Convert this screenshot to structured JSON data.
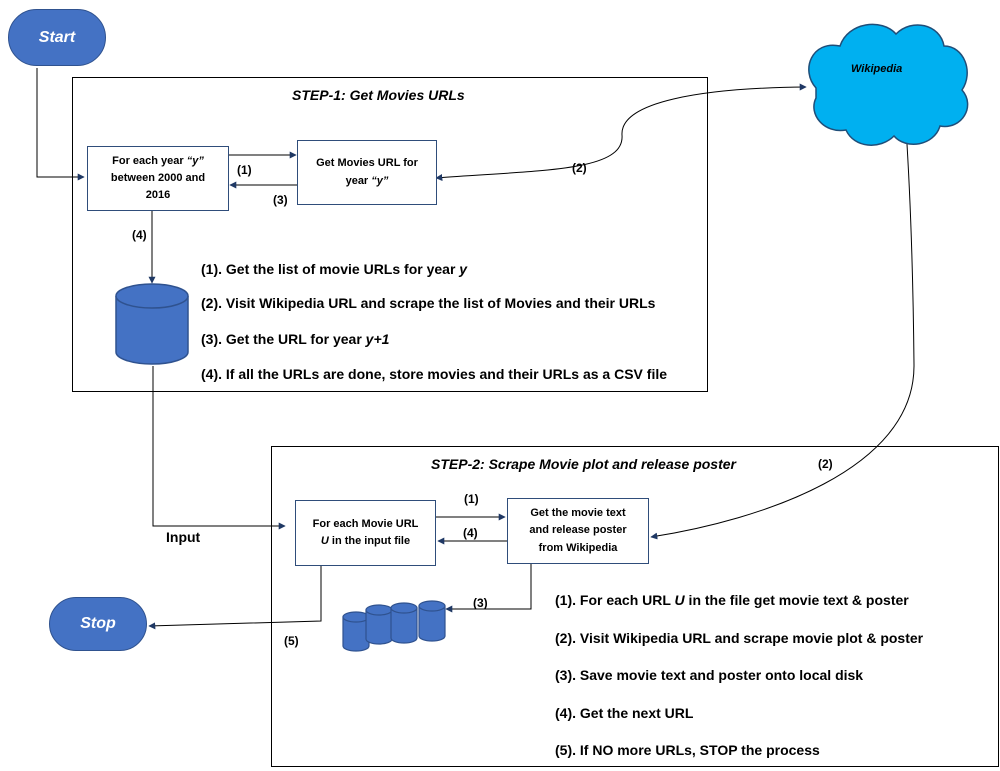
{
  "start_label": "Start",
  "stop_label": "Stop",
  "cloud_label": "Wikipedia",
  "step1": {
    "title": "STEP-1: Get Movies URLs",
    "year_loop_line1": "For each year ",
    "year_loop_var": "“y”",
    "year_loop_line2": "between 2000 and",
    "year_loop_line3": "2016",
    "get_url_line1": "Get Movies URL for",
    "get_url_line2": "year ",
    "get_url_var": "“y”",
    "edge_1": "(1)",
    "edge_2": "(2)",
    "edge_3": "(3)",
    "edge_4": "(4)",
    "steps": [
      {
        "text": "(1). Get the list of movie URLs for year ",
        "var": "y"
      },
      {
        "text": "(2). Visit Wikipedia URL and scrape the list of Movies and their URLs",
        "var": ""
      },
      {
        "text": "(3). Get the URL for year ",
        "var": "y+1"
      },
      {
        "text": "(4). If all the URLs are done, store movies and their URLs as a CSV file",
        "var": ""
      }
    ]
  },
  "input_label": "Input",
  "step2": {
    "title": "STEP-2: Scrape Movie plot and release poster",
    "url_loop_line1": "For each Movie URL",
    "url_loop_var": "U",
    "url_loop_line2": " in the input file",
    "get_text_line1": "Get the movie text",
    "get_text_line2": "and release poster",
    "get_text_line3": "from Wikipedia",
    "edge_1": "(1)",
    "edge_2": "(2)",
    "edge_3": "(3)",
    "edge_4": "(4)",
    "edge_5": "(5)",
    "steps": [
      {
        "pre": "(1). For each URL ",
        "var": "U",
        "post": " in the file get movie text & poster"
      },
      {
        "pre": "(2). Visit Wikipedia URL and scrape movie plot & poster",
        "var": "",
        "post": ""
      },
      {
        "pre": "(3). Save movie text and poster onto local disk",
        "var": "",
        "post": ""
      },
      {
        "pre": "(4). Get the next URL",
        "var": "",
        "post": ""
      },
      {
        "pre": "(5). If NO more URLs, STOP the process",
        "var": "",
        "post": ""
      }
    ]
  },
  "colors": {
    "accent": "#4472C4",
    "accent_border": "#2F528F",
    "cloud": "#00B0F0",
    "arrow": "#1F3864"
  }
}
